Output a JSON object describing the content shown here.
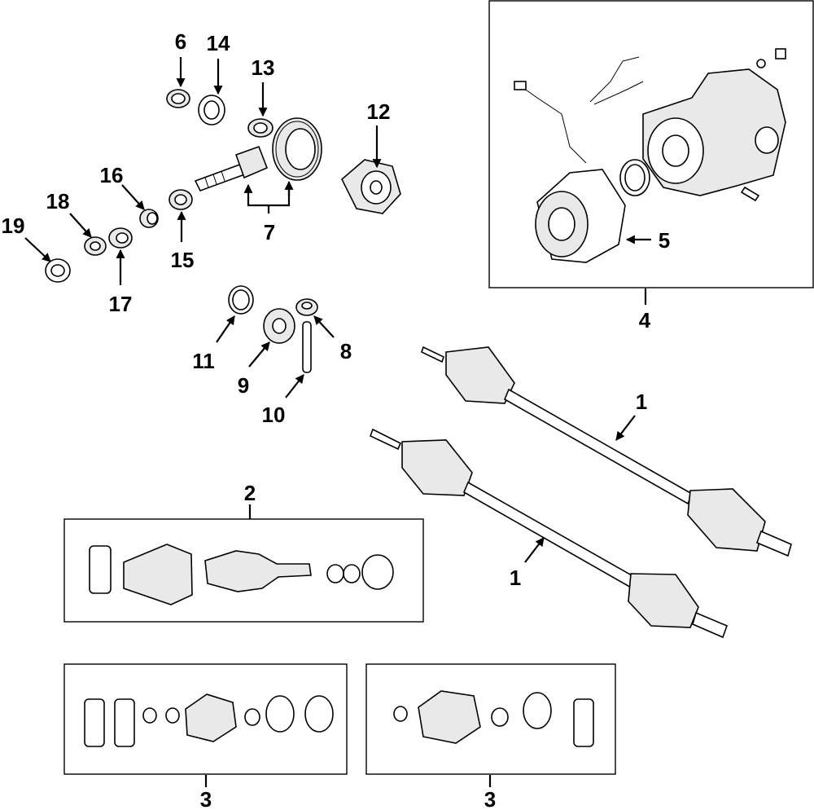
{
  "diagram": {
    "callouts": {
      "c1a": "1",
      "c1b": "1",
      "c2": "2",
      "c3a": "3",
      "c3b": "3",
      "c4": "4",
      "c5": "5",
      "c6": "6",
      "c7": "7",
      "c8": "8",
      "c9": "9",
      "c10": "10",
      "c11": "11",
      "c12": "12",
      "c13": "13",
      "c14": "14",
      "c15": "15",
      "c16": "16",
      "c17": "17",
      "c18": "18",
      "c19": "19"
    },
    "colors": {
      "line": "#000000",
      "background": "#ffffff",
      "shade": "#e9e9e9"
    }
  }
}
